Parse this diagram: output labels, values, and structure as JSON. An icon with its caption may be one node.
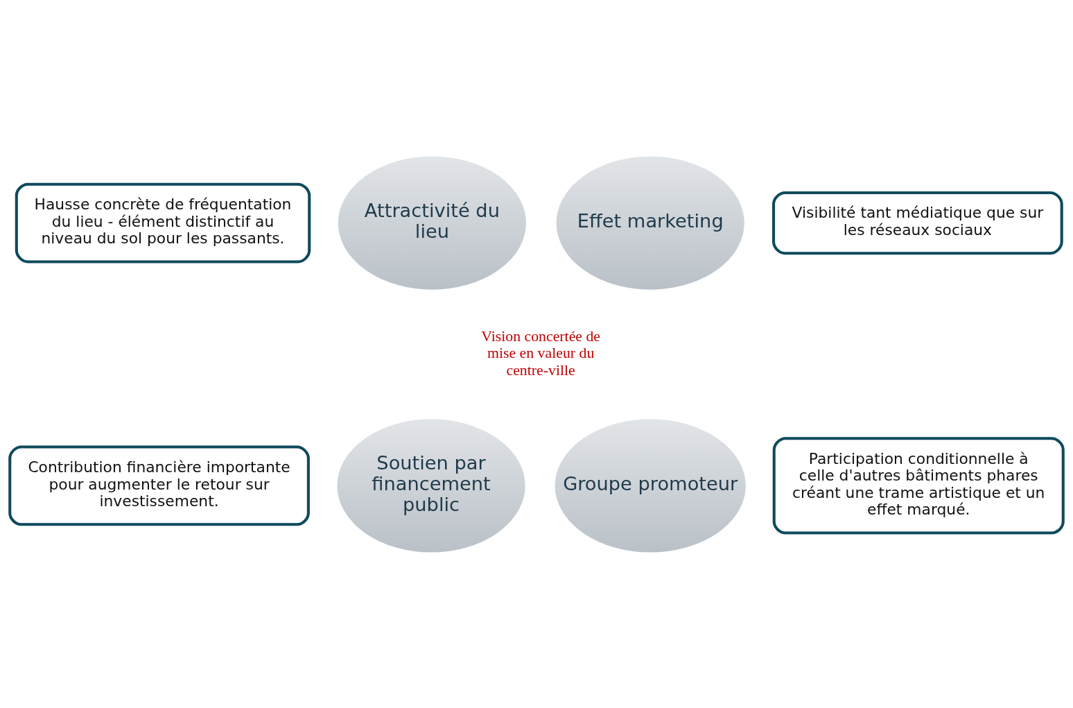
{
  "diagram": {
    "nodes": [
      {
        "text": [
          "Hausse concrète de fréquentation du lieu - élément distinctif au niveau du sol pour les passants."
        ]
      },
      {
        "text": [
          "Visibilité tant médiatique que sur les réseaux sociaux"
        ]
      },
      {
        "text": [
          "Attractivité du lieu"
        ]
      },
      {
        "text": [
          "Effet marketing"
        ]
      },
      {
        "text": [
          "Vision concertée de mise en valeur du centre-ville"
        ]
      },
      {
        "text": [
          "Soutien par financement public"
        ]
      },
      {
        "text": [
          "Groupe promoteur"
        ]
      },
      {
        "text": [
          "Contribution financière importante pour augmenter le retour sur investissement."
        ]
      },
      {
        "text": [
          "Participation conditionnelle à celle d'autres bâtiments phares créant une trame artistique et un effet marqué."
        ]
      }
    ]
  }
}
